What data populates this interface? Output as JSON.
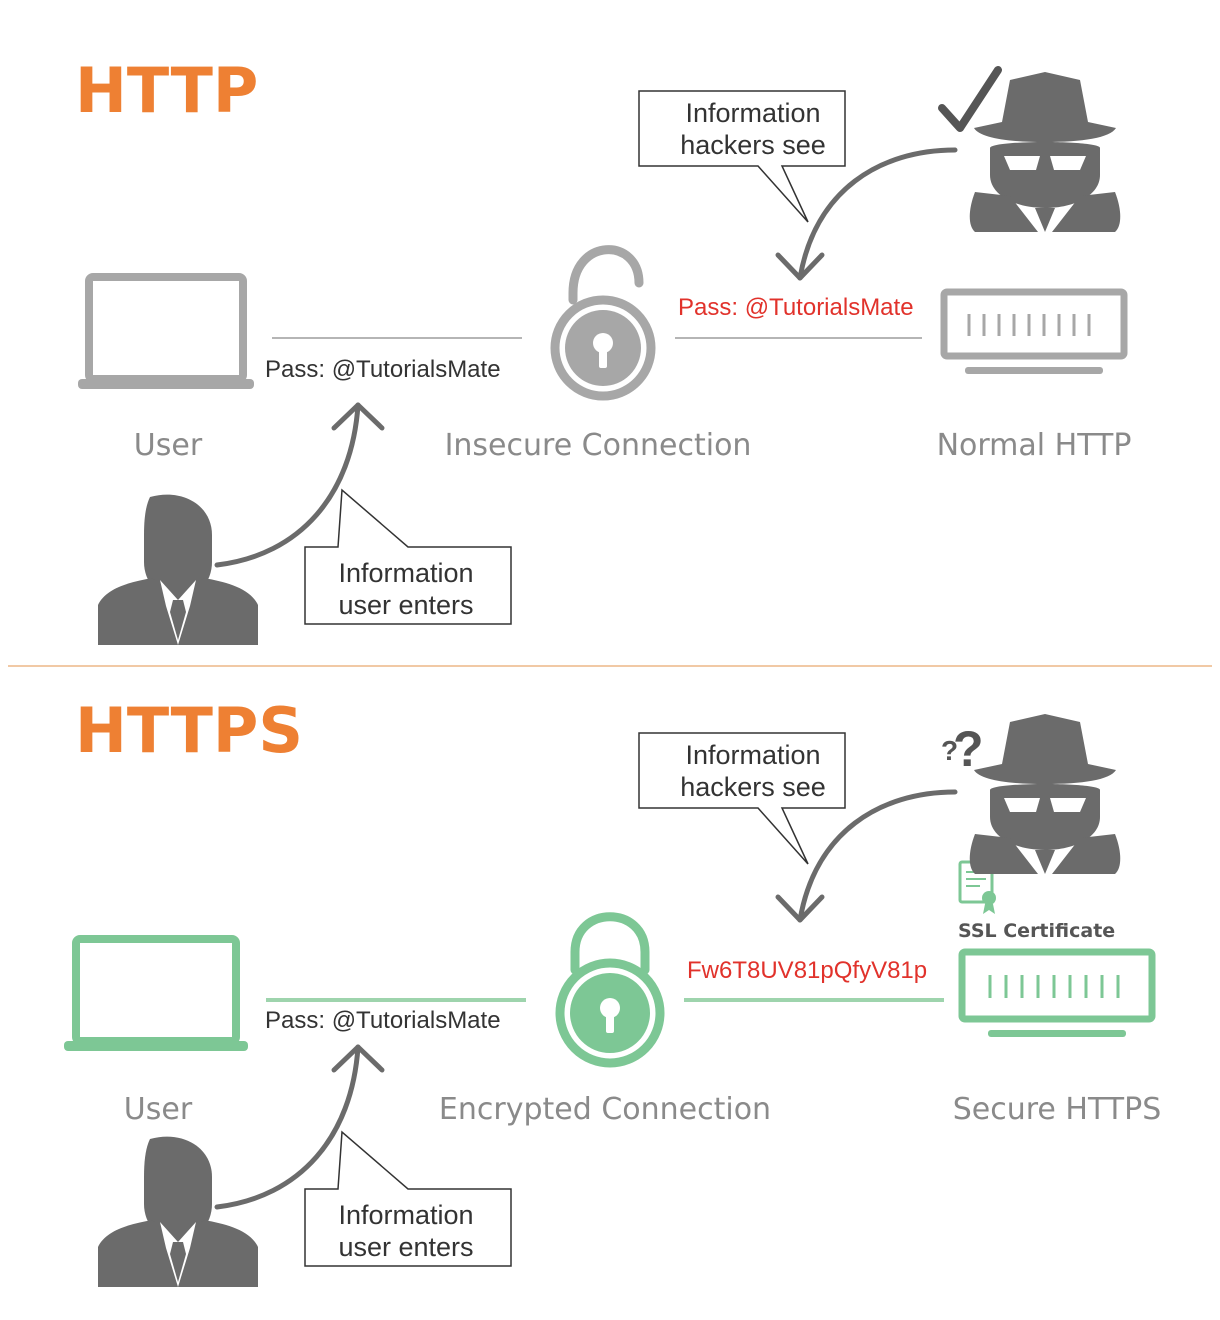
{
  "colors": {
    "accent": "#ee8033",
    "insecure_gray": "#a7a7a7",
    "secure_green": "#7dc795",
    "highlight_red": "#e1322b",
    "figure_gray": "#6b6b6b",
    "divider": "#f1c9a5"
  },
  "http": {
    "title": "HTTP",
    "user_label": "User",
    "connection_label": "Insecure Connection",
    "server_label": "Normal HTTP",
    "user_pass": "Pass: @TutorialsMate",
    "hacker_view": "Pass: @TutorialsMate",
    "hacker_callout": [
      "Information",
      "hackers see"
    ],
    "user_callout": [
      "Information",
      "user enters"
    ],
    "hacker_status_icon": "checkmark-icon"
  },
  "https": {
    "title": "HTTPS",
    "user_label": "User",
    "connection_label": "Encrypted Connection",
    "server_label": "Secure HTTPS",
    "user_pass": "Pass: @TutorialsMate",
    "hacker_view": "Fw6T8UV81pQfyV81p",
    "certificate_label": "SSL Certificate",
    "hacker_callout": [
      "Information",
      "hackers see"
    ],
    "user_callout": [
      "Information",
      "user enters"
    ],
    "hacker_status_icon": "question-marks-icon"
  }
}
